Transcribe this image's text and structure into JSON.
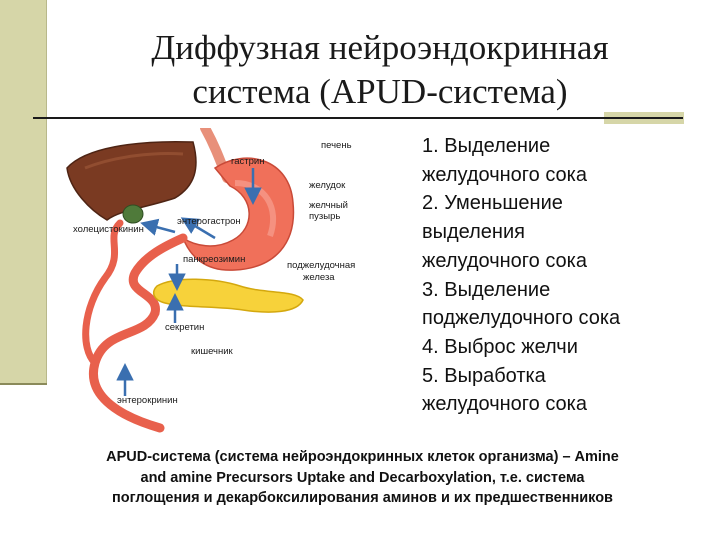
{
  "title": {
    "line1": "Диффузная нейроэндокринная",
    "line2": "система (APUD-система)"
  },
  "diagram": {
    "labels": {
      "liver": "печень",
      "gastrin": "гастрин",
      "stomach": "желудок",
      "gallbladder_line1": "желчный",
      "gallbladder_line2": "пузырь",
      "enterogastron": "энтерогастрон",
      "cholecystokinin": "холецистокинин",
      "pancreozymin": "панкреозимин",
      "pancreas_line1": "поджелудочная",
      "pancreas_line2": "железа",
      "secretin": "секретин",
      "intestine": "кишечник",
      "enterocrinin": "энтерокринин"
    },
    "colors": {
      "liver": "#7a3a22",
      "stomach": "#f0705a",
      "intestine": "#e8604c",
      "pancreas": "#f7d23a",
      "gallbladder": "#4f7a3a",
      "arrow": "#3a6fb0"
    }
  },
  "steps": [
    "1. Выделение",
    "желудочного сока",
    "2. Уменьшение",
    "выделения",
    "желудочного сока",
    "3. Выделение",
    "поджелудочного сока",
    "4. Выброс желчи",
    "5. Выработка",
    "желудочного сока"
  ],
  "caption": {
    "line1": "APUD-система (система нейроэндокринных клеток организма) – Amine",
    "line2": "and amine Precursors Uptake and Decarboxylation, т.е. система",
    "line3": "поглощения и декарбоксилирования аминов и их предшественников"
  }
}
